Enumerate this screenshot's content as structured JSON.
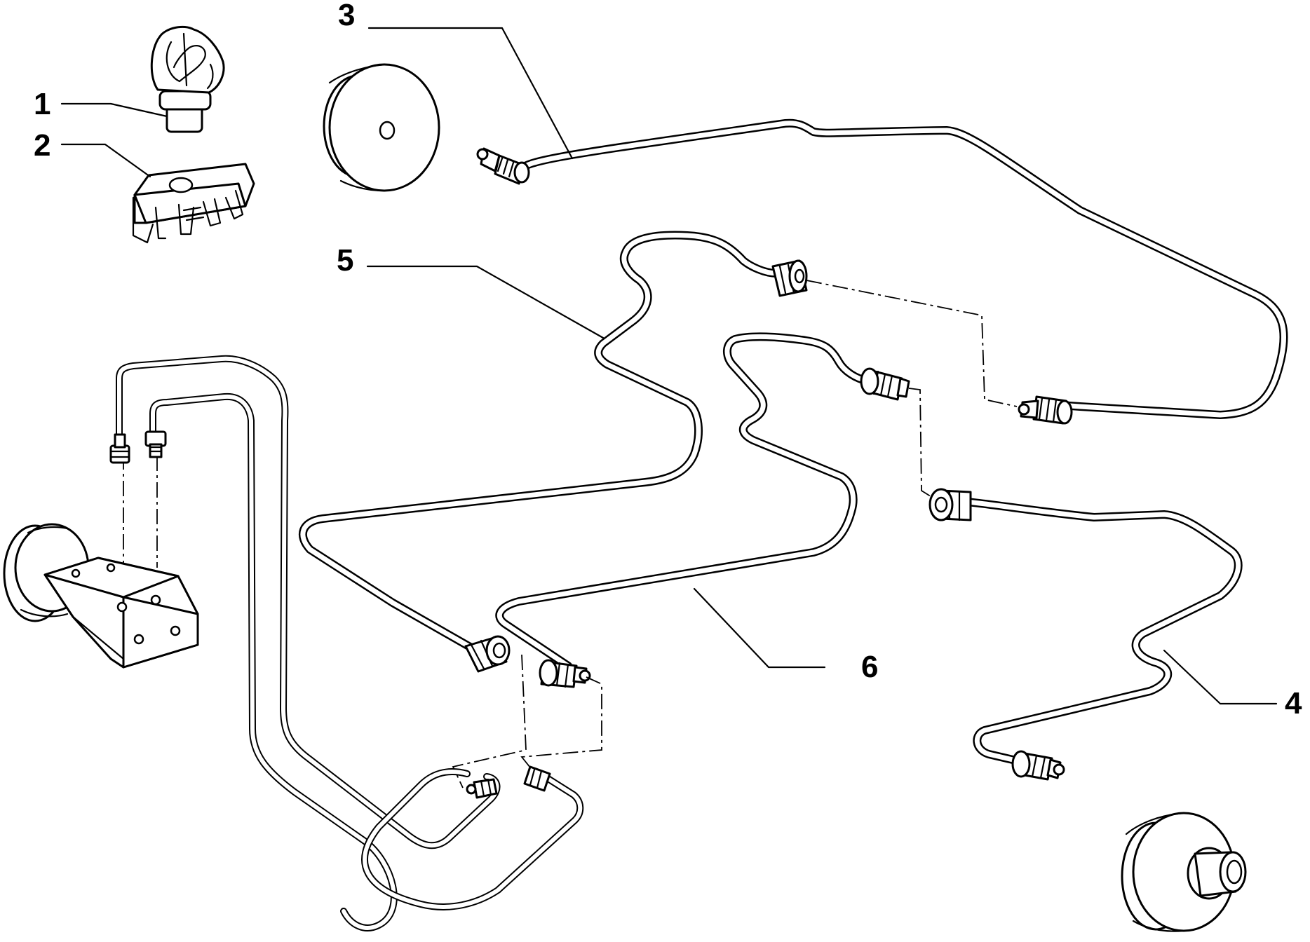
{
  "callouts": [
    {
      "id": "1",
      "text": "1"
    },
    {
      "id": "2",
      "text": "2"
    },
    {
      "id": "3",
      "text": "3"
    },
    {
      "id": "4",
      "text": "4"
    },
    {
      "id": "5",
      "text": "5"
    },
    {
      "id": "6",
      "text": "6"
    }
  ]
}
